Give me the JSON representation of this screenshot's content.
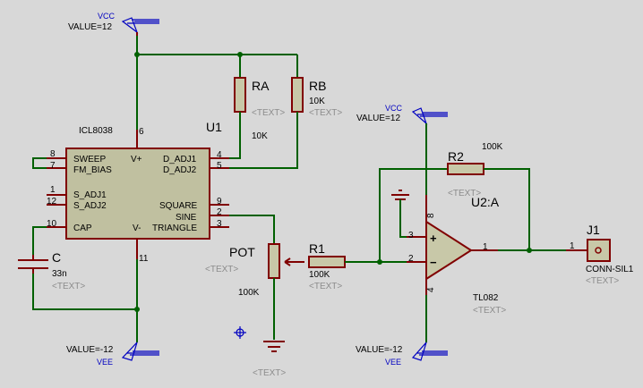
{
  "power": {
    "vcc_top": {
      "name": "VCC",
      "value": "VALUE=12"
    },
    "vcc_op": {
      "name": "VCC",
      "value": "VALUE=12"
    },
    "vee_left": {
      "name": "VEE",
      "value": "VALUE=-12"
    },
    "vee_op": {
      "name": "VEE",
      "value": "VALUE=-12"
    }
  },
  "ic": {
    "part": "ICL8038",
    "ref": "U1",
    "pin_numbers": {
      "top": "6",
      "bottom": "11",
      "l1": "8",
      "l2": "7",
      "l3": "1",
      "l4": "12",
      "l5": "10",
      "r1": "4",
      "r2": "5",
      "r3": "9",
      "r4": "2",
      "r5": "3"
    },
    "pin_names": {
      "sweep": "SWEEP",
      "fm_bias": "FM_BIAS",
      "s_adj1": "S_ADJ1",
      "s_adj2": "S_ADJ2",
      "cap": "CAP",
      "vplus": "V+",
      "vminus": "V-",
      "d_adj1": "D_ADJ1",
      "d_adj2": "D_ADJ2",
      "square": "SQUARE",
      "sine": "SINE",
      "triangle": "TRIANGLE"
    }
  },
  "parts": {
    "ra": {
      "ref": "RA",
      "value": "10K",
      "text": "<TEXT>"
    },
    "rb": {
      "ref": "RB",
      "value": "10K",
      "text": "<TEXT>"
    },
    "cap": {
      "ref": "C",
      "value": "33n",
      "text": "<TEXT>"
    },
    "pot": {
      "ref": "POT",
      "value": "100K",
      "text": "<TEXT>"
    },
    "r1": {
      "ref": "R1",
      "value": "100K",
      "text": "<TEXT>"
    },
    "r2": {
      "ref": "R2",
      "value": "100K",
      "text": "<TEXT>"
    },
    "ground_text": "<TEXT>"
  },
  "opamp": {
    "ref": "U2:A",
    "part": "TL082",
    "text": "<TEXT>",
    "pins": {
      "plus": "3",
      "minus": "2",
      "out": "1",
      "vplus": "8",
      "vminus": "4"
    },
    "sign_plus": "+",
    "sign_minus": "−"
  },
  "connector": {
    "ref": "J1",
    "part": "CONN-SIL1",
    "text": "<TEXT>",
    "pin": "1"
  }
}
